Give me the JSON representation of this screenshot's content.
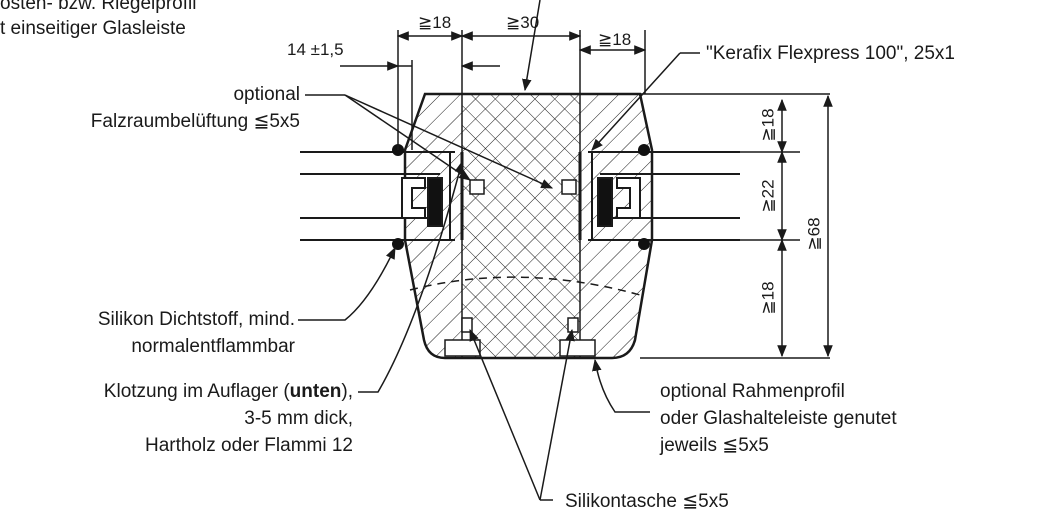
{
  "labels": {
    "top_left_1": "osten- bzw. Riegelprofil",
    "top_left_2": "t einseitiger Glasleiste",
    "product": "\"Kerafix Flexpress 100\", 25x1",
    "optional_1": "optional",
    "optional_2": "Falzraumbelüftung ≦5x5",
    "silikon_1": "Silikon Dichtstoff, mind.",
    "silikon_2": "normalentflammbar",
    "klotz_1a": "Klotzung im Auflager (",
    "klotz_1b": "unten",
    "klotz_1c": "),",
    "klotz_2": "3-5 mm dick,",
    "klotz_3": "Hartholz oder Flammi 12",
    "rahmen_1": "optional  Rahmenprofil",
    "rahmen_2": "oder Glashalteleiste genutet",
    "rahmen_3": "jeweils ≦5x5",
    "tasche": "Silikontasche ≦5x5"
  },
  "dimensions": {
    "tol": "14 ±1,5",
    "d18a": "≧18",
    "d30": "≧30",
    "d18b": "≧18",
    "v18a": "≧18",
    "v22": "≧22",
    "v68": "≧68",
    "v18b": "≧18"
  },
  "colors": {
    "ink": "#1a1a1a",
    "seal": "#111111",
    "bg": "#ffffff"
  }
}
